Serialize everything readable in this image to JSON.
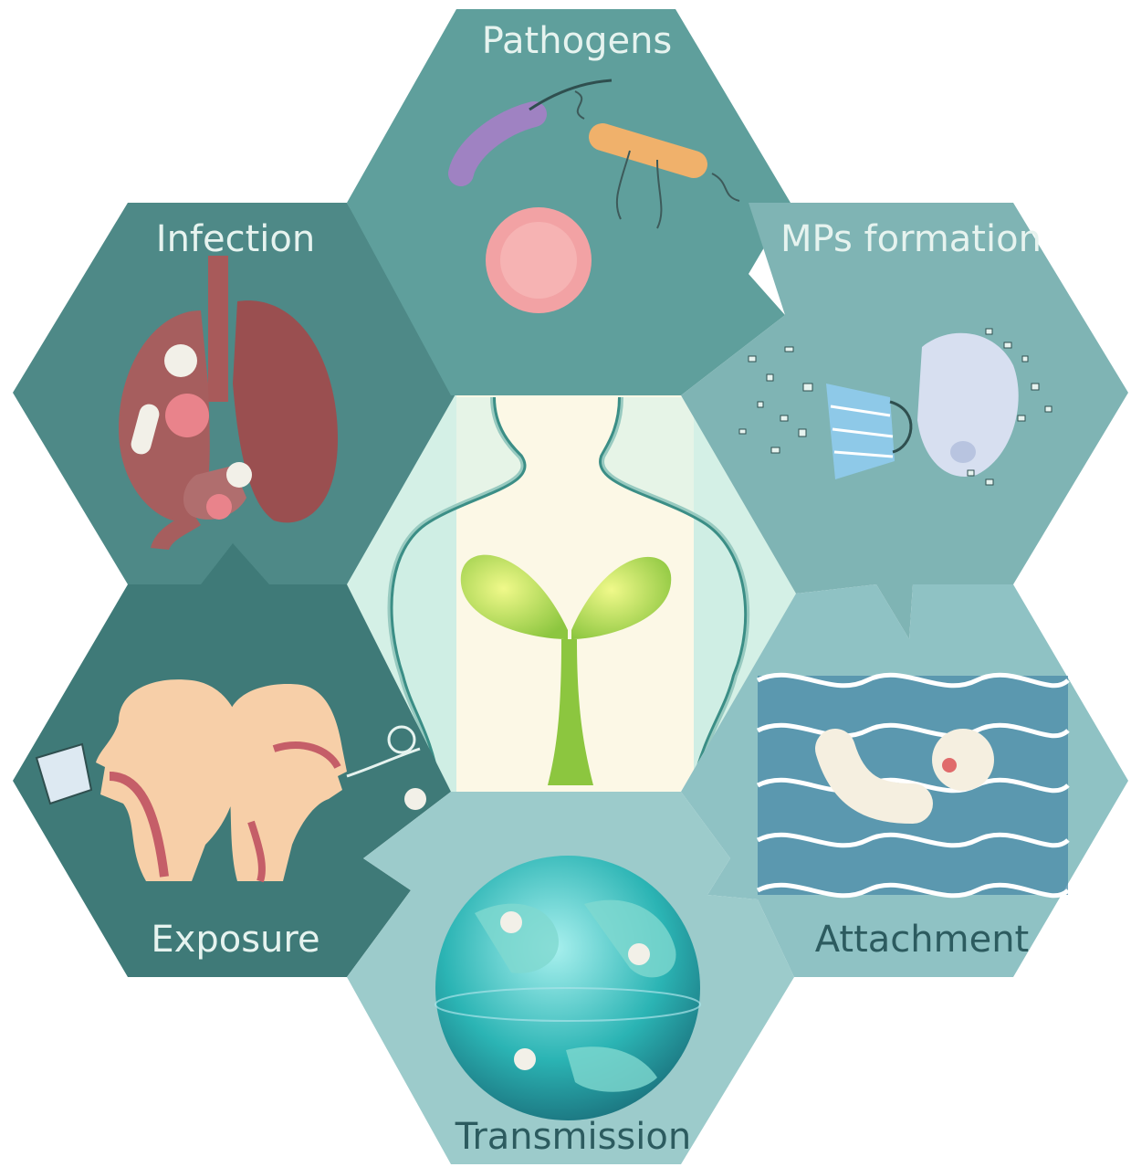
{
  "labels": {
    "pathogens": "Pathogens",
    "infection": "Infection",
    "mps_formation": "MPs formation",
    "exposure": "Exposure",
    "attachment": "Attachment",
    "transmission": "Transmission"
  },
  "colors": {
    "pathogens_bg": "#5f9f9c",
    "infection_bg": "#4e8987",
    "mps_bg": "#7fb4b4",
    "exposure_bg": "#3f7a78",
    "attachment_bg": "#8fc2c4",
    "transmission_bg": "#9ccbcb",
    "center_bg": "#fcf8e6",
    "light_label": "#e6f3ef",
    "dark_label": "#2c5b5f"
  }
}
